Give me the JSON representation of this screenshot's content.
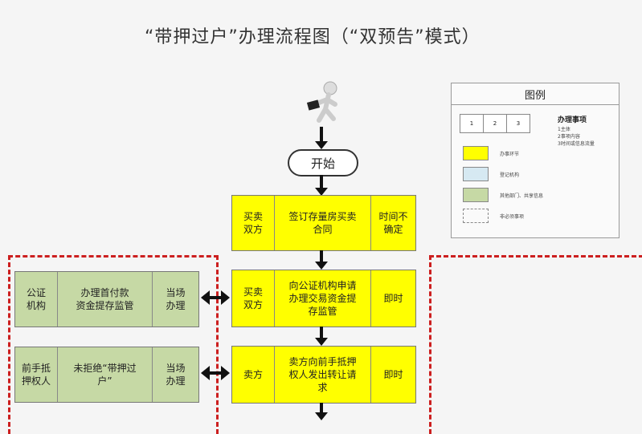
{
  "title": "“带押过户”办理流程图（“双预告”模式）",
  "icons": {
    "person": "running-person-with-briefcase-icon"
  },
  "start_label": "开始",
  "main_steps": [
    {
      "party": "买卖\n双方",
      "action": "签订存量房买卖\n合同",
      "time": "时间不\n确定"
    },
    {
      "party": "买卖\n双方",
      "action": "向公证机构申请\n办理交易资金提\n存监管",
      "time": "即时"
    },
    {
      "party": "卖方",
      "action": "卖方向前手抵押\n权人发出转让请\n求",
      "time": "即时"
    }
  ],
  "side_steps": [
    {
      "party": "公证\n机构",
      "action": "办理首付款\n资金提存监管",
      "time": "当场\n办理"
    },
    {
      "party": "前手抵\n押权人",
      "action": "未拒绝“带押过\n户”",
      "time": "当场\n办理"
    }
  ],
  "legend": {
    "title": "图例",
    "numbers": [
      "1",
      "2",
      "3"
    ],
    "item_title": "办理事项",
    "item_lines": [
      "1主体",
      "2事项内容",
      "3时间或信息流量"
    ],
    "entries": [
      {
        "color": "#ffff00",
        "label": "办事环节"
      },
      {
        "color": "#d6e9f2",
        "label": "登记机构"
      },
      {
        "color": "#c6d9a5",
        "label": "其他部门、共享信息"
      },
      {
        "color": "dashed",
        "label": "非必须事项"
      }
    ]
  },
  "colors": {
    "main": "#ffff00",
    "side": "#c6d9a5",
    "dashed": "#cc1f1f"
  }
}
